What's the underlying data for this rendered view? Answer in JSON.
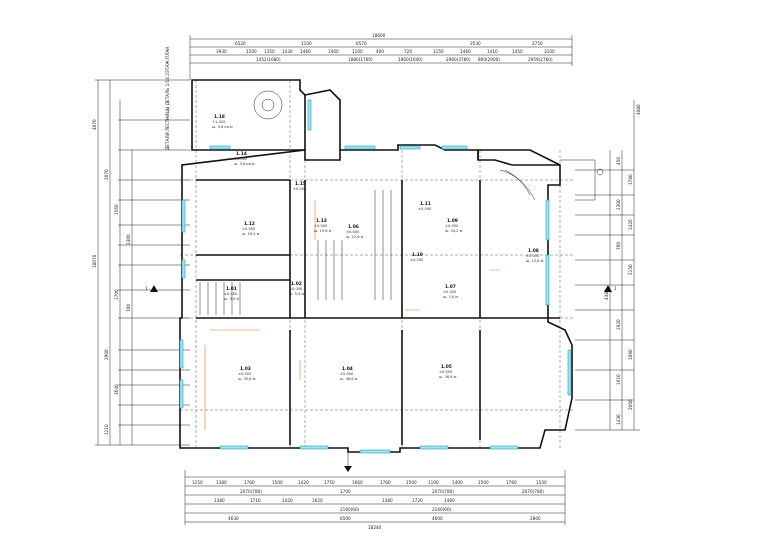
{
  "plan": {
    "top_overall": "18600",
    "top_segments": [
      "6520",
      "1100",
      "6570",
      "3530",
      "2750"
    ],
    "top_detail": [
      "3930",
      "1500",
      "1350",
      "1430",
      "1460",
      "1400",
      "1100",
      "400",
      "720",
      "1150",
      "1460",
      "1410",
      "1450",
      "3100"
    ],
    "top_detail2": [
      "1452(1680)",
      "1880(1760)",
      "1860(1640)",
      "2960(3780)",
      "800(2900)",
      "2959(2760)"
    ],
    "bottom_row1": [
      "1250",
      "1380",
      "1760",
      "1500",
      "1420",
      "1750",
      "1660",
      "1760",
      "1500",
      "1100",
      "1400",
      "1500",
      "1760",
      "1530"
    ],
    "bottom_row2": [
      "2070(780)",
      "1700",
      "2070(780)",
      "2070(780)"
    ],
    "bottom_row3": [
      "1380",
      "1710",
      "1420",
      "1620",
      "1380",
      "1720",
      "1460"
    ],
    "bottom_row4": [
      "2160(60)",
      "2160(60)"
    ],
    "bottom_row5": [
      "4630",
      "6500",
      "4600",
      "2800"
    ],
    "bottom_overall": "18240",
    "left_dims": [
      "4070",
      "2070",
      "1560",
      "1300",
      "18070",
      "1700",
      "700",
      "2900",
      "3640",
      "1210"
    ],
    "right_dims": [
      "4080",
      "450",
      "1780",
      "1300",
      "1420",
      "700",
      "2150",
      "4380",
      "1920",
      "1090",
      "1610",
      "2060",
      "1430"
    ],
    "vertical_note": "ДЕТАЛИ ЛЕСТНИЦЫ ДЕТАЛЬ 1/14 2ЭТАЖ ПЛАН",
    "rooms": [
      {
        "id": "1.18",
        "level": "+1.420",
        "area": "ш. 3,6 кв.м"
      },
      {
        "id": "1.14",
        "level": "±0.000",
        "area": "ш. 3,6 кв.м"
      },
      {
        "id": "1.15",
        "level": "±0.000",
        "area": ""
      },
      {
        "id": "1.13",
        "level": "±0.000",
        "area": "ш. 19,8 м"
      },
      {
        "id": "1.12",
        "level": "±0.000",
        "area": "ш. 16,5 м"
      },
      {
        "id": "1.06",
        "level": "±0.000",
        "area": "ш. 22,6 м"
      },
      {
        "id": "1.09",
        "level": "±0.000",
        "area": "ш. 24,2 м"
      },
      {
        "id": "1.01",
        "level": "±0.000",
        "area": "ш. 3,0 м"
      },
      {
        "id": "1.02",
        "level": "±0.000",
        "area": "ш. 5,4 м"
      },
      {
        "id": "1.07",
        "level": "±0.000",
        "area": "ш. 2,9 м"
      },
      {
        "id": "1.08",
        "level": "±0.000",
        "area": "ш. 12,8 м"
      },
      {
        "id": "1.03",
        "level": "±0.000",
        "area": "ш. 35,6 м"
      },
      {
        "id": "1.04",
        "level": "±0.000",
        "area": "ш. 48,6 м"
      },
      {
        "id": "1.05",
        "level": "±0.000",
        "area": "ш. 36,6 м"
      },
      {
        "id": "1.10",
        "level": "±0.000",
        "area": ""
      },
      {
        "id": "1.11",
        "level": "±0.000",
        "area": ""
      }
    ],
    "section_marker": "1"
  }
}
